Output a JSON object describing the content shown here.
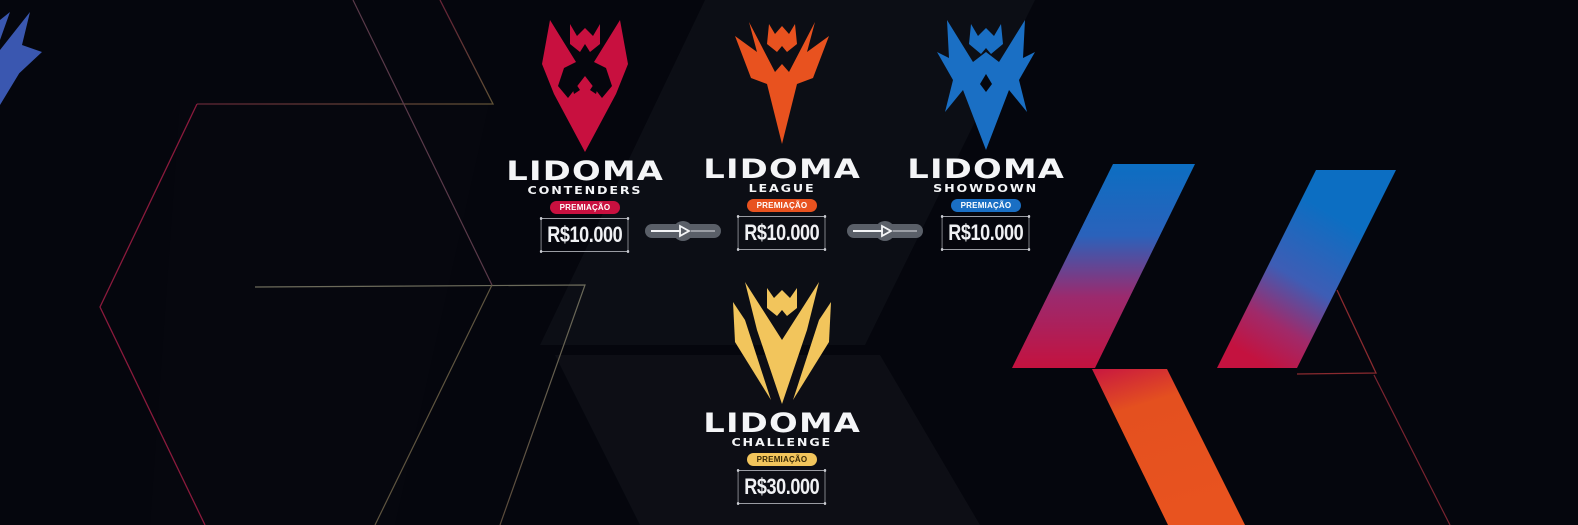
{
  "brand": "LIDOMA",
  "prize_label": "PREMIAÇÃO",
  "leagues": [
    {
      "id": "contenders",
      "name": "LIDOMA",
      "subtitle": "CONTENDERS",
      "prize_label": "PREMIAÇÃO",
      "prize": "R$10.000",
      "color": "#c8103f",
      "emblem_icon": "contenders-crest-icon"
    },
    {
      "id": "league",
      "name": "LIDOMA",
      "subtitle": "LEAGUE",
      "prize_label": "PREMIAÇÃO",
      "prize": "R$10.000",
      "color": "#e8521f",
      "emblem_icon": "league-crest-icon"
    },
    {
      "id": "showdown",
      "name": "LIDOMA",
      "subtitle": "SHOWDOWN",
      "prize_label": "PREMIAÇÃO",
      "prize": "R$10.000",
      "color": "#1a6fc4",
      "emblem_icon": "showdown-crest-icon"
    },
    {
      "id": "challenge",
      "name": "LIDOMA",
      "subtitle": "CHALLENGE",
      "prize_label": "PREMIAÇÃO",
      "prize": "R$30.000",
      "color": "#f2c55c",
      "emblem_icon": "challenge-crest-icon"
    }
  ],
  "connectors": [
    {
      "from": "contenders",
      "to": "league",
      "icon": "arrow-right-icon"
    },
    {
      "from": "league",
      "to": "showdown",
      "icon": "arrow-right-icon"
    }
  ],
  "colors": {
    "background": "#05060d",
    "red": "#c8103f",
    "orange": "#e8521f",
    "blue": "#1a6fc4",
    "gold": "#f2c55c",
    "connector": "#5a5f68"
  }
}
